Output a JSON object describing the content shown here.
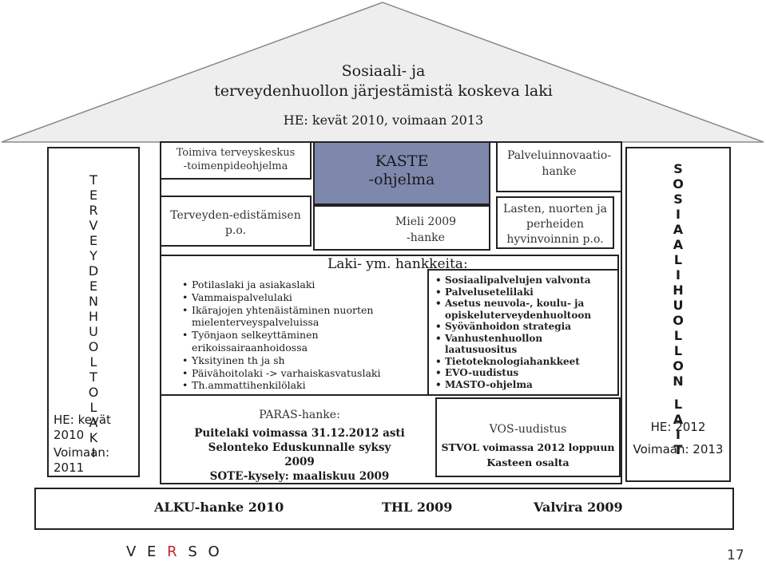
{
  "roof": {
    "title_line1": "Sosiaali- ja",
    "title_line2": "terveydenhuollon järjestämistä koskeva laki",
    "subtitle": "HE: kevät 2010, voimaan 2013"
  },
  "left_pillar": {
    "letters": [
      "T",
      "E",
      "R",
      "V",
      "E",
      "Y",
      "D",
      "E",
      "N",
      "H",
      "U",
      "O",
      "L",
      "T",
      "O",
      "L",
      "A",
      "K",
      "I"
    ],
    "he": "HE: kevät 2010",
    "voimaan": "Voimaan: 2011"
  },
  "right_pillar": {
    "letters_top": [
      "S",
      "O",
      "S",
      "I",
      "A",
      "A",
      "L",
      "I",
      "H",
      "U",
      "O",
      "L",
      "L",
      "O",
      "N"
    ],
    "letters_bottom": [
      "L",
      "A",
      "I",
      "T"
    ],
    "he": "HE: 2012",
    "voimaan": "Voimaan: 2013"
  },
  "toimiva": {
    "line1": "Toimiva terveyskeskus",
    "line2": "-toimenpideohjelma"
  },
  "terveyden": {
    "line1": "Terveyden-edistämisen",
    "line2": "p.o."
  },
  "kaste": {
    "line1": "KASTE",
    "line2": "-ohjelma"
  },
  "mieli": {
    "line1": "Mieli 2009",
    "line2": "-hanke"
  },
  "palvelu": {
    "line1": "Palveluinnovaatio-",
    "line2": "hanke"
  },
  "lasten": {
    "line1": "Lasten, nuorten ja",
    "line2": "perheiden",
    "line3": "hyvinvoinnin p.o."
  },
  "laki": {
    "heading": "Laki- ym. hankkeita:",
    "left_items": [
      "Potilaslaki ja asiakaslaki",
      "Vammaispalvelulaki",
      "Ikärajojen yhtenäistäminen nuorten mielenterveyspalveluissa",
      "Työnjaon selkeyttäminen erikoissairaanhoidossa",
      "Yksityinen th ja sh",
      "Päivähoitolaki -> varhaiskasvatuslaki",
      "Th.ammattihenkilölaki"
    ],
    "right_items": [
      "Sosiaalipalvelujen valvonta",
      "Palvelusetelilaki",
      "Asetus neuvola-, koulu- ja opiskeluterveydenhuoltoon",
      "Syövänhoidon strategia",
      "Vanhustenhuollon laatusuositus",
      "Tietoteknologiahankkeet",
      "EVO-uudistus",
      "MASTO-ohjelma"
    ]
  },
  "paras": {
    "title": "PARAS-hanke:",
    "line1": "Puitelaki voimassa 31.12.2012 asti",
    "line2": "Selonteko Eduskunnalle syksy 2009",
    "line3": "SOTE-kysely: maaliskuu 2009"
  },
  "vos": {
    "title": "VOS-uudistus",
    "line1": "STVOL voimassa 2012 loppuun",
    "line2": "Kasteen osalta"
  },
  "foundation": {
    "item1": "ALKU-hanke 2010",
    "item2": "THL 2009",
    "item3": "Valvira 2009"
  },
  "footer": {
    "logo": "VERSO",
    "page_number": "17"
  },
  "colors": {
    "roof_fill": "#eeeeee",
    "kaste_fill": "#7e88ad",
    "logo_red": "#c8202a"
  }
}
